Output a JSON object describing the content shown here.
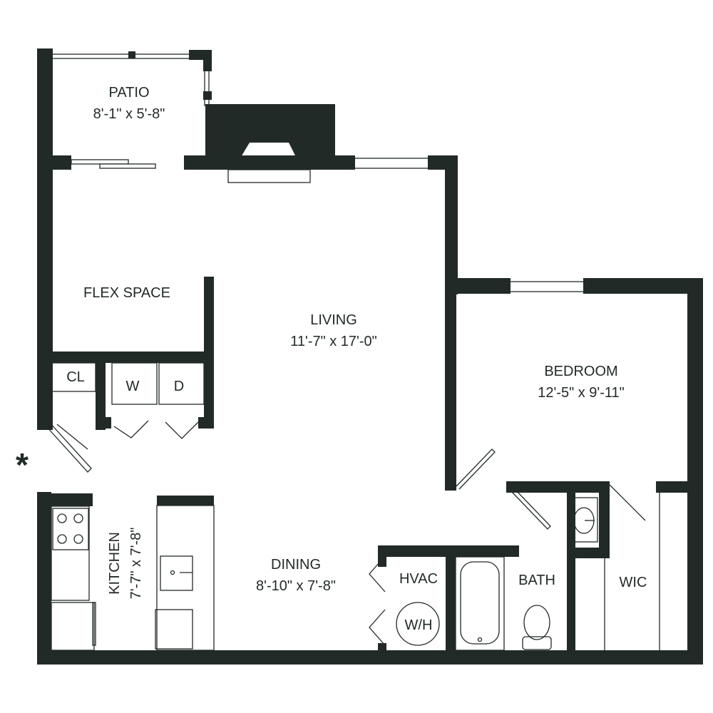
{
  "rooms": {
    "patio": {
      "name": "PATIO",
      "size": "8'-1\" x 5'-8\""
    },
    "flex": {
      "name": "FLEX SPACE"
    },
    "living": {
      "name": "LIVING",
      "size": "11'-7\" x 17'-0\""
    },
    "bedroom": {
      "name": "BEDROOM",
      "size": "12'-5\" x 9'-11\""
    },
    "dining": {
      "name": "DINING",
      "size": "8'-10\" x 7'-8\""
    },
    "kitchen": {
      "name": "KITCHEN",
      "size": "7'-7\" x 7'-8\""
    },
    "hvac": {
      "name": "HVAC"
    },
    "bath": {
      "name": "BATH"
    },
    "wic": {
      "name": "WIC"
    },
    "closet": {
      "name": "CL"
    }
  },
  "fixtures": {
    "washer": "W",
    "dryer": "D",
    "water_heater": "W/H"
  },
  "colors": {
    "wall": "#222a28",
    "background": "#ffffff"
  },
  "icons": {
    "entry_marker": "asterisk-icon"
  },
  "entry_marker_glyph": "*"
}
